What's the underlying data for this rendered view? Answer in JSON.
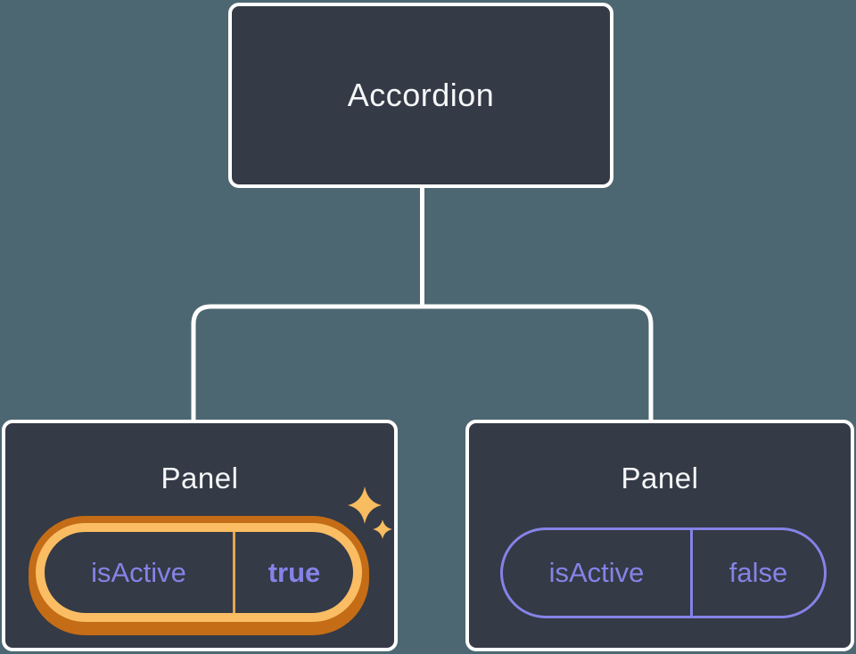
{
  "diagram": {
    "root": {
      "label": "Accordion"
    },
    "children": [
      {
        "label": "Panel",
        "prop": {
          "name": "isActive",
          "value": "true"
        },
        "highlighted": true
      },
      {
        "label": "Panel",
        "prop": {
          "name": "isActive",
          "value": "false"
        },
        "highlighted": false
      }
    ]
  },
  "colors": {
    "background": "#4C6771",
    "node_fill": "#343A46",
    "node_border": "#FFFFFF",
    "heading_text": "#F6F7F9",
    "prop_purple": "#8583E7",
    "highlight_outer_orange": "#C46D16",
    "highlight_inner_gold": "#FABD63",
    "highlight_divider": "#E3A64F",
    "sparkle_gold": "#F8BC61",
    "connector": "#FFFFFF"
  },
  "icons": {
    "sparkle_large": "4-point-star",
    "sparkle_small": "4-point-star"
  }
}
